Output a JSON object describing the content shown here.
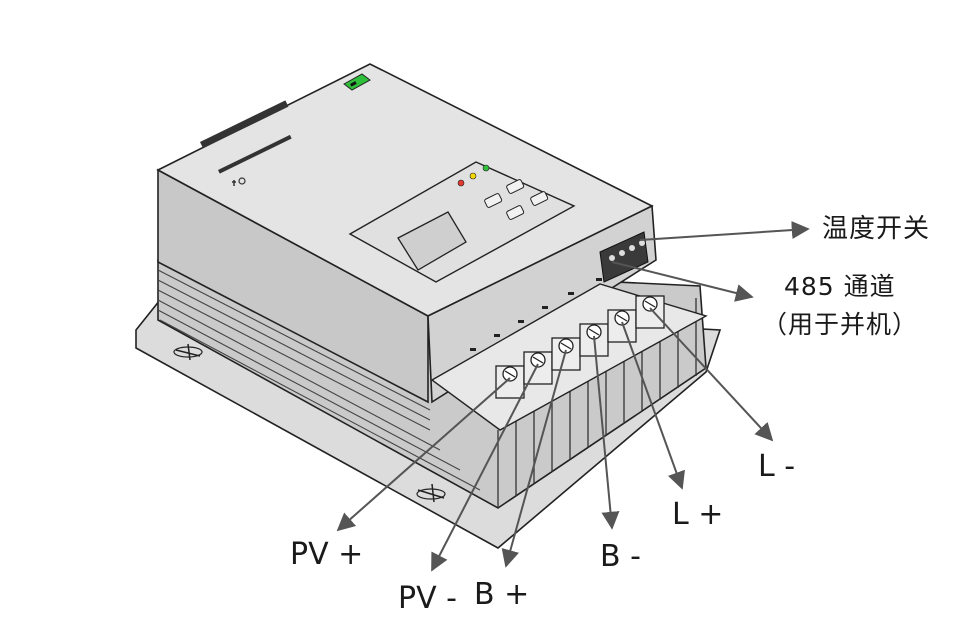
{
  "labels": {
    "temp_switch": "温度开关",
    "rs485_line1": "485 通道",
    "rs485_line2": "（用于并机）",
    "pv_plus": "PV +",
    "pv_minus": "PV -",
    "b_plus": "B +",
    "b_minus": "B -",
    "l_plus": "L +",
    "l_minus": "L -"
  },
  "colors": {
    "line": "#555555",
    "body": "#d4d4d4",
    "top": "#e2e2e2",
    "heatsink": "#c4c4c4",
    "led_red": "#e03a2f",
    "led_yellow": "#f2d600",
    "led_green": "#2fbf3a",
    "connector_green": "#2fbf3a"
  }
}
